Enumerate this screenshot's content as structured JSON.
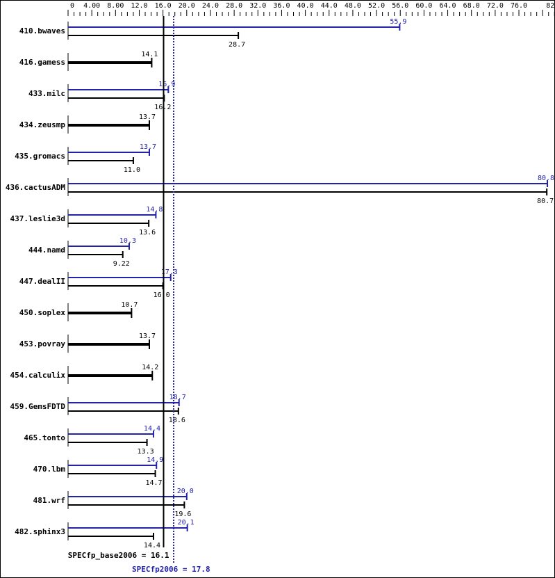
{
  "chart_data": {
    "type": "bar",
    "orientation": "horizontal",
    "xlim": [
      0,
      82
    ],
    "tick_labels": [
      "0",
      "4.00",
      "8.00",
      "12.0",
      "16.0",
      "20.0",
      "24.0",
      "28.0",
      "32.0",
      "36.0",
      "40.0",
      "44.0",
      "48.0",
      "52.0",
      "56.0",
      "60.0",
      "64.0",
      "68.0",
      "72.0",
      "76.0",
      "82.0"
    ],
    "categories": [
      "410.bwaves",
      "416.gamess",
      "433.milc",
      "434.zeusmp",
      "435.gromacs",
      "436.cactusADM",
      "437.leslie3d",
      "444.namd",
      "447.dealII",
      "450.soplex",
      "453.povray",
      "454.calculix",
      "459.GemsFDTD",
      "465.tonto",
      "470.lbm",
      "481.wrf",
      "482.sphinx3"
    ],
    "series": [
      {
        "key": "peak",
        "color": "#2222aa",
        "values": [
          55.9,
          null,
          16.9,
          null,
          13.7,
          80.8,
          14.8,
          10.3,
          17.3,
          null,
          null,
          null,
          18.7,
          14.4,
          14.9,
          20.0,
          20.1
        ],
        "labels": [
          "55.9",
          null,
          "16.9",
          null,
          "13.7",
          "80.8",
          "14.8",
          "10.3",
          "17.3",
          null,
          null,
          null,
          "18.7",
          "14.4",
          "14.9",
          "20.0",
          "20.1"
        ]
      },
      {
        "key": "base",
        "color": "#000000",
        "values": [
          28.7,
          14.1,
          16.2,
          13.7,
          11.0,
          80.7,
          13.6,
          9.22,
          16.0,
          10.7,
          13.7,
          14.2,
          18.6,
          13.3,
          14.7,
          19.6,
          14.4
        ],
        "labels": [
          "28.7",
          "14.1",
          "16.2",
          "13.7",
          "11.0",
          "80.7",
          "13.6",
          "9.22",
          "16.0",
          "10.7",
          "13.7",
          "14.2",
          "18.6",
          "13.3",
          "14.7",
          "19.6",
          "14.4"
        ]
      }
    ],
    "reference_lines": [
      {
        "label": "SPECfp_base2006 = 16.1",
        "value": 16.1,
        "color": "#000000",
        "style": "solid"
      },
      {
        "label": "SPECfp2006 = 17.8",
        "value": 17.8,
        "color": "#2222aa",
        "style": "dotted"
      }
    ]
  }
}
